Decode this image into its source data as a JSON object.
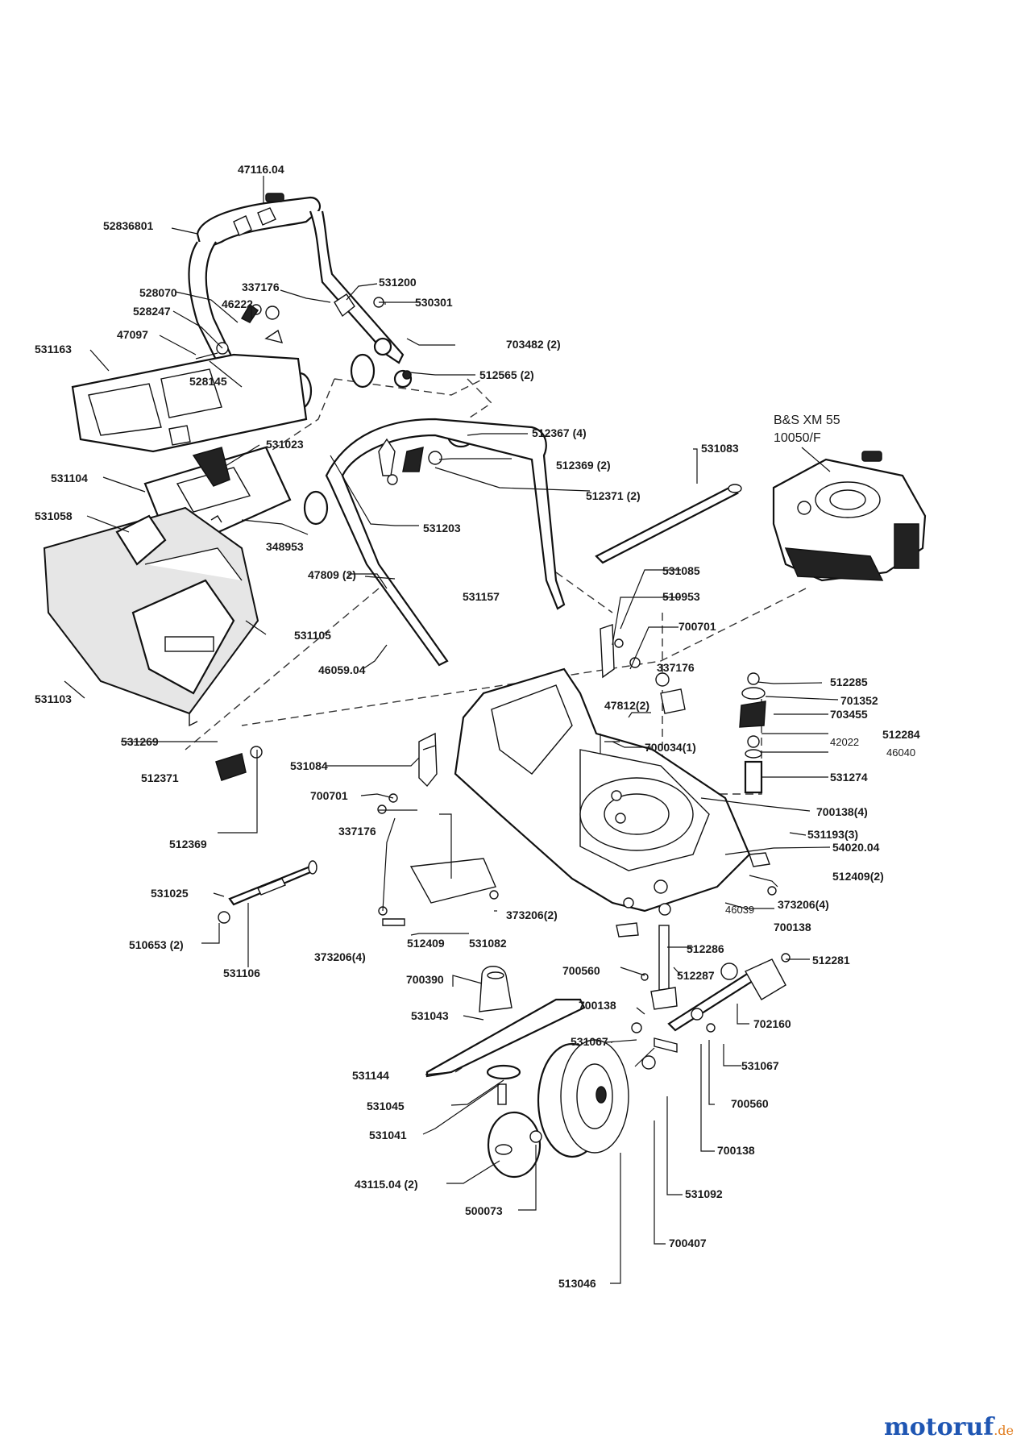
{
  "engine": {
    "model": "B&S XM 55",
    "code": "10050/F"
  },
  "labels": [
    "47116.04",
    "52836801",
    "337176",
    "531200",
    "528070",
    "46222",
    "530301",
    "528247",
    "47097",
    "703482 (2)",
    "531163",
    "512565 (2)",
    "528145",
    "531023",
    "512367 (4)",
    "512369 (2)",
    "531083",
    "531104",
    "512371 (2)",
    "531058",
    "348953",
    "531203",
    "531085",
    "47809 (2)",
    "531157",
    "510953",
    "531105",
    "700701",
    "46059.04",
    "337176",
    "531103",
    "512285",
    "701352",
    "47812(2)",
    "703455",
    "512284",
    "531269",
    "700034(1)",
    "42022",
    "46040",
    "531084",
    "531274",
    "512371",
    "700701",
    "700138(4)",
    "337176",
    "531193(3)",
    "512369",
    "54020.04",
    "512409(2)",
    "531025",
    "373206(2)",
    "46039",
    "373206(4)",
    "510653 (2)",
    "512409",
    "531082",
    "700138",
    "531106",
    "373206(4)",
    "512286",
    "512281",
    "700390",
    "700560",
    "512287",
    "531043",
    "700138",
    "702160",
    "531067",
    "531144",
    "531067",
    "531045",
    "700560",
    "531041",
    "700138",
    "43115.04 (2)",
    "531092",
    "500073",
    "700407",
    "513046"
  ],
  "watermark": {
    "main": "motoruf",
    "tld": ".de"
  }
}
